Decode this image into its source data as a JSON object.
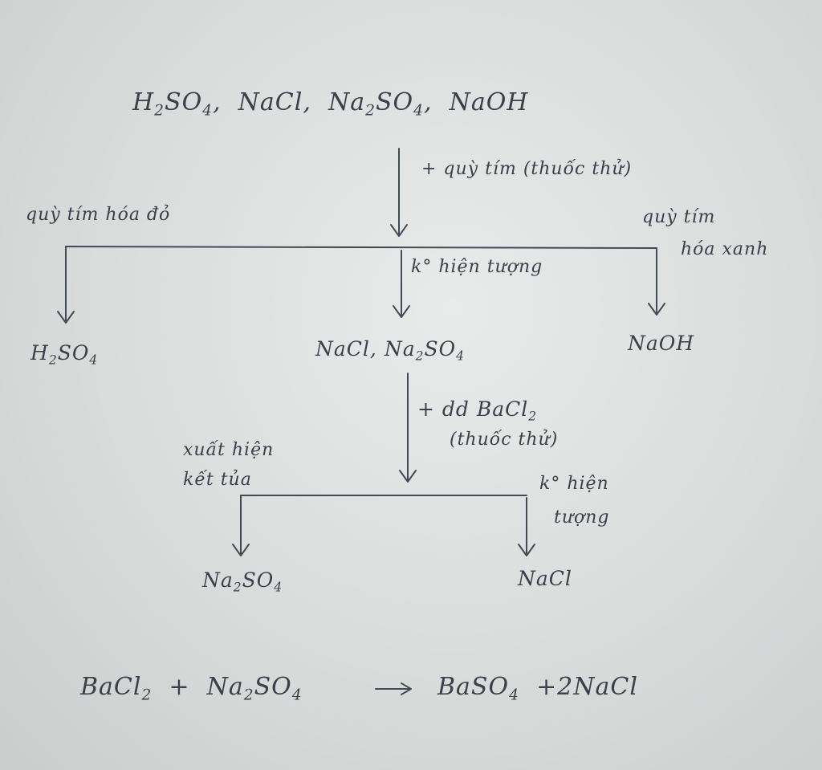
{
  "reagents_list": {
    "h2so4": {
      "base": "H",
      "sub1": "2",
      "mid": "SO",
      "sub2": "4"
    },
    "sep1": ",",
    "nacl": "NaCl",
    "sep2": ",",
    "na2so4": {
      "base": "Na",
      "sub1": "2",
      "mid": "SO",
      "sub2": "4"
    },
    "sep3": ",",
    "naoh": "NaOH"
  },
  "step1": {
    "reagent_note": "+ quỳ tím (thuốc thử)",
    "left_condition": "quỳ tím hóa đỏ",
    "right_condition_line1": "quỳ tím",
    "right_condition_line2": "hóa xanh",
    "middle_condition": "k° hiện tượng"
  },
  "results1": {
    "left": {
      "base": "H",
      "sub1": "2",
      "mid": "SO",
      "sub2": "4"
    },
    "middle": {
      "a": "NaCl,",
      "b": "Na",
      "sub1": "2",
      "c": "SO",
      "sub2": "4"
    },
    "right": "NaOH"
  },
  "step2": {
    "reagent_line1": {
      "text": "+ dd BaCl",
      "sub": "2"
    },
    "reagent_line2": "(thuốc thử)",
    "left_condition_line1": "xuất hiện",
    "left_condition_line2": "kết tủa",
    "right_condition_line1": "k° hiện",
    "right_condition_line2": "tượng"
  },
  "results2": {
    "left": {
      "base": "Na",
      "sub1": "2",
      "mid": "SO",
      "sub2": "4"
    },
    "right": "NaCl"
  },
  "equation": {
    "r1": "BaCl",
    "r1_sub": "2",
    "plus1": "+",
    "r2": "Na",
    "r2_sub1": "2",
    "r2_mid": "SO",
    "r2_sub2": "4",
    "arrow": "⟶",
    "p1": "BaSO",
    "p1_sub": "4",
    "p2": "+2NaCl"
  }
}
